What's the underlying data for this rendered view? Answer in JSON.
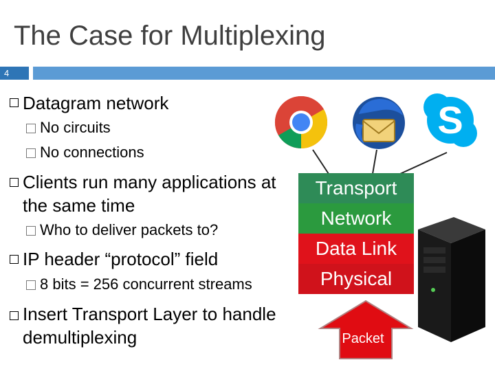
{
  "slide": {
    "title": "The Case for Multiplexing",
    "number": "4"
  },
  "bullets": [
    {
      "text": "Datagram network",
      "subs": [
        "No circuits",
        "No connections"
      ]
    },
    {
      "text": "Clients run many applications at the same time",
      "subs": [
        "Who to deliver packets to?"
      ]
    },
    {
      "text": "IP header “protocol” field",
      "subs": [
        "8 bits = 256 concurrent streams"
      ]
    },
    {
      "text": "Insert Transport Layer to handle demultiplexing",
      "subs": []
    }
  ],
  "stack": {
    "layers": [
      "Transport",
      "Network",
      "Data Link",
      "Physical"
    ],
    "colors": [
      "#2e8b57",
      "#2b9a3e",
      "#e0121b",
      "#d0121b"
    ],
    "arrow_label": "Packet"
  },
  "icons": [
    "chrome-icon",
    "thunderbird-icon",
    "skype-icon",
    "server-tower-icon"
  ]
}
